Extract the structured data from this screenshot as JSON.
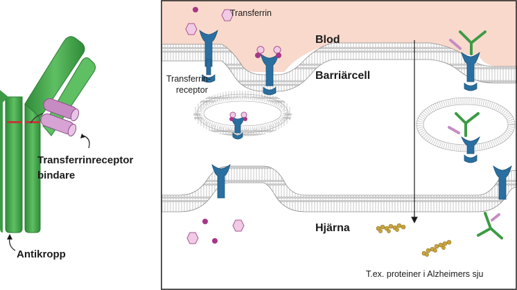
{
  "labels": {
    "transferrin": "Transferrin",
    "blood": "Blod",
    "barrier_cell": "Barriärcell",
    "receptor_line1": "Transferrin-",
    "receptor_line2": "receptor",
    "brain": "Hjärna",
    "binder_line1": "Transferrinreceptor",
    "binder_line2": "bindare",
    "antibody": "Antikropp",
    "proteins_note": "T.ex. proteiner i Alzheimers sju"
  },
  "colors": {
    "blood": "#f8d9cc",
    "antibody_green": "#3d9a45",
    "antibody_green_light": "#6cc06f",
    "receptor_blue": "#2a6fa0",
    "binder_pink": "#c78bc4",
    "transferrin_outline": "#a8558f",
    "protein_gold": "#c9a43a"
  }
}
